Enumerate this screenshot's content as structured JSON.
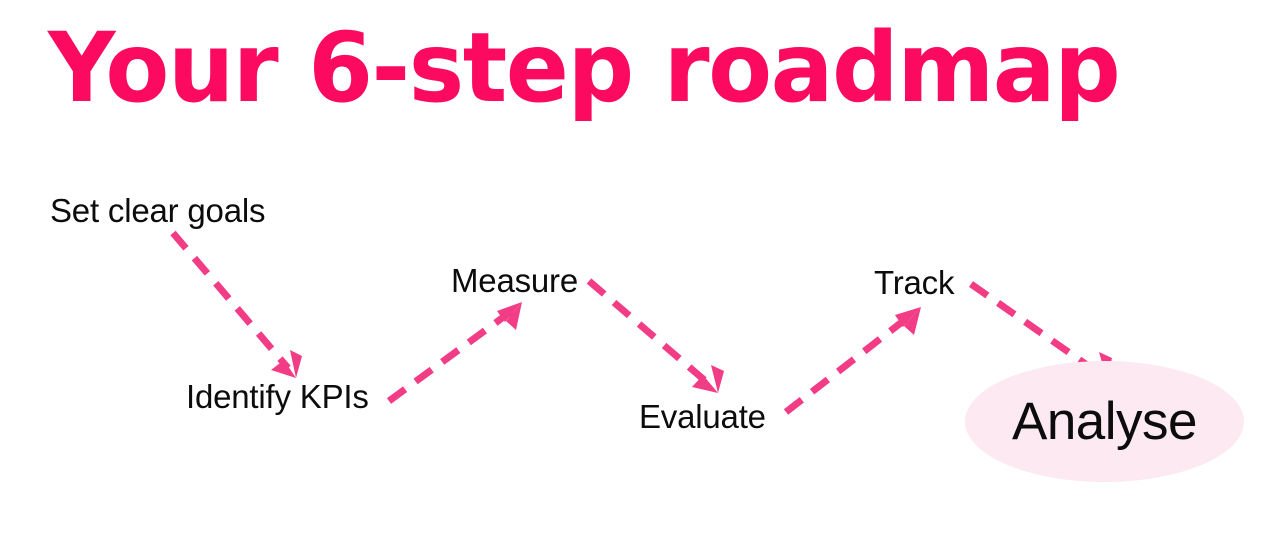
{
  "page": {
    "title": "Your 6-step roadmap",
    "background_color": "#ffffff",
    "accent_color": "#fb0a5f",
    "arrow_color": "#f23c85",
    "highlight_color": "#fce9f1",
    "text_color": "#0c0c0c"
  },
  "steps": [
    {
      "index": 1,
      "label": "Set clear goals"
    },
    {
      "index": 2,
      "label": "Identify KPIs"
    },
    {
      "index": 3,
      "label": "Measure"
    },
    {
      "index": 4,
      "label": "Evaluate"
    },
    {
      "index": 5,
      "label": "Track"
    },
    {
      "index": 6,
      "label": "Analyse"
    }
  ],
  "connectors": [
    {
      "from": "Set clear goals",
      "to": "Identify KPIs",
      "direction": "down-right",
      "style": "dashed"
    },
    {
      "from": "Identify KPIs",
      "to": "Measure",
      "direction": "up-right",
      "style": "dashed"
    },
    {
      "from": "Measure",
      "to": "Evaluate",
      "direction": "down-right",
      "style": "dashed"
    },
    {
      "from": "Evaluate",
      "to": "Track",
      "direction": "up-right",
      "style": "dashed"
    },
    {
      "from": "Track",
      "to": "Analyse",
      "direction": "down-right",
      "style": "dashed"
    }
  ]
}
